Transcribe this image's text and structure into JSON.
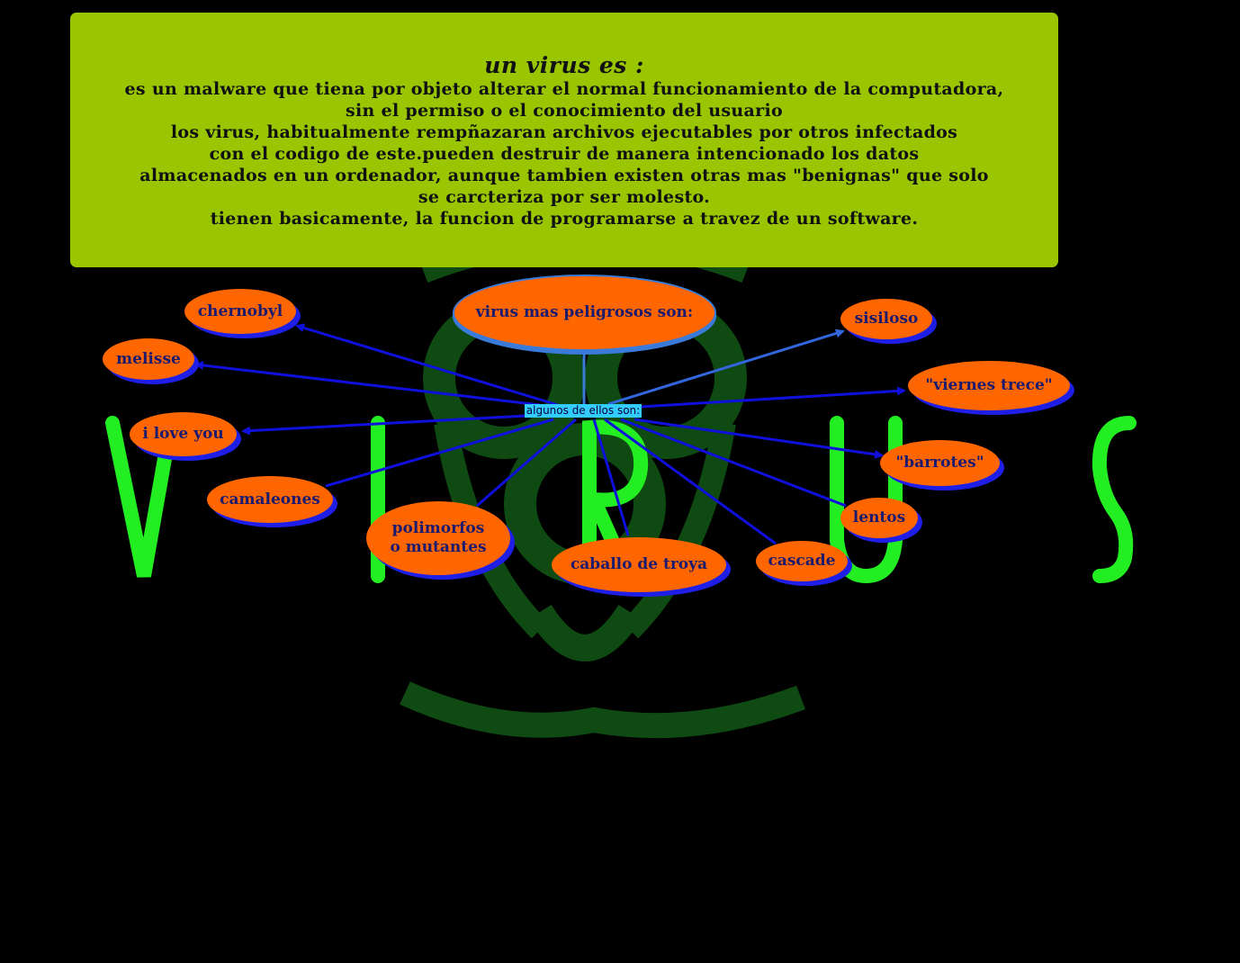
{
  "colors": {
    "background": "#000000",
    "panel": "#99c600",
    "node": "#ff6600",
    "node_shadow": "#1e1ee6",
    "link": "#1010dd",
    "hub": "#33ccff",
    "virus_letters": "#22ee22",
    "biohazard": "#0f4a12"
  },
  "background_art": {
    "letters": [
      "V",
      "I",
      "R",
      "U",
      "S"
    ],
    "symbol": "biohazard-icon"
  },
  "panel": {
    "title": "un virus es :",
    "lines": [
      "es un malware que tiena por objeto alterar el normal funcionamiento de la computadora,",
      "sin el permiso o el conocimiento del usuario",
      "los virus, habitualmente rempñazaran archivos ejecutables por otros infectados",
      "con el codigo de este.pueden destruir de manera intencionado los datos",
      "almacenados en un ordenador, aunque tambien existen otras mas \"benignas\" que solo",
      "se carcteriza por ser molesto.",
      "tienen basicamente, la funcion de programarse a travez de un software."
    ]
  },
  "diagram": {
    "main": "virus mas peligrosos son:",
    "hub": "algunos de ellos son:",
    "nodes": [
      "chernobyl",
      "melisse",
      "i love you",
      "camaleones",
      "polimorfos\no mutantes",
      "caballo de troya",
      "cascade",
      "lentos",
      "\"barrotes\"",
      "\"viernes trece\"",
      "sisiloso"
    ]
  }
}
